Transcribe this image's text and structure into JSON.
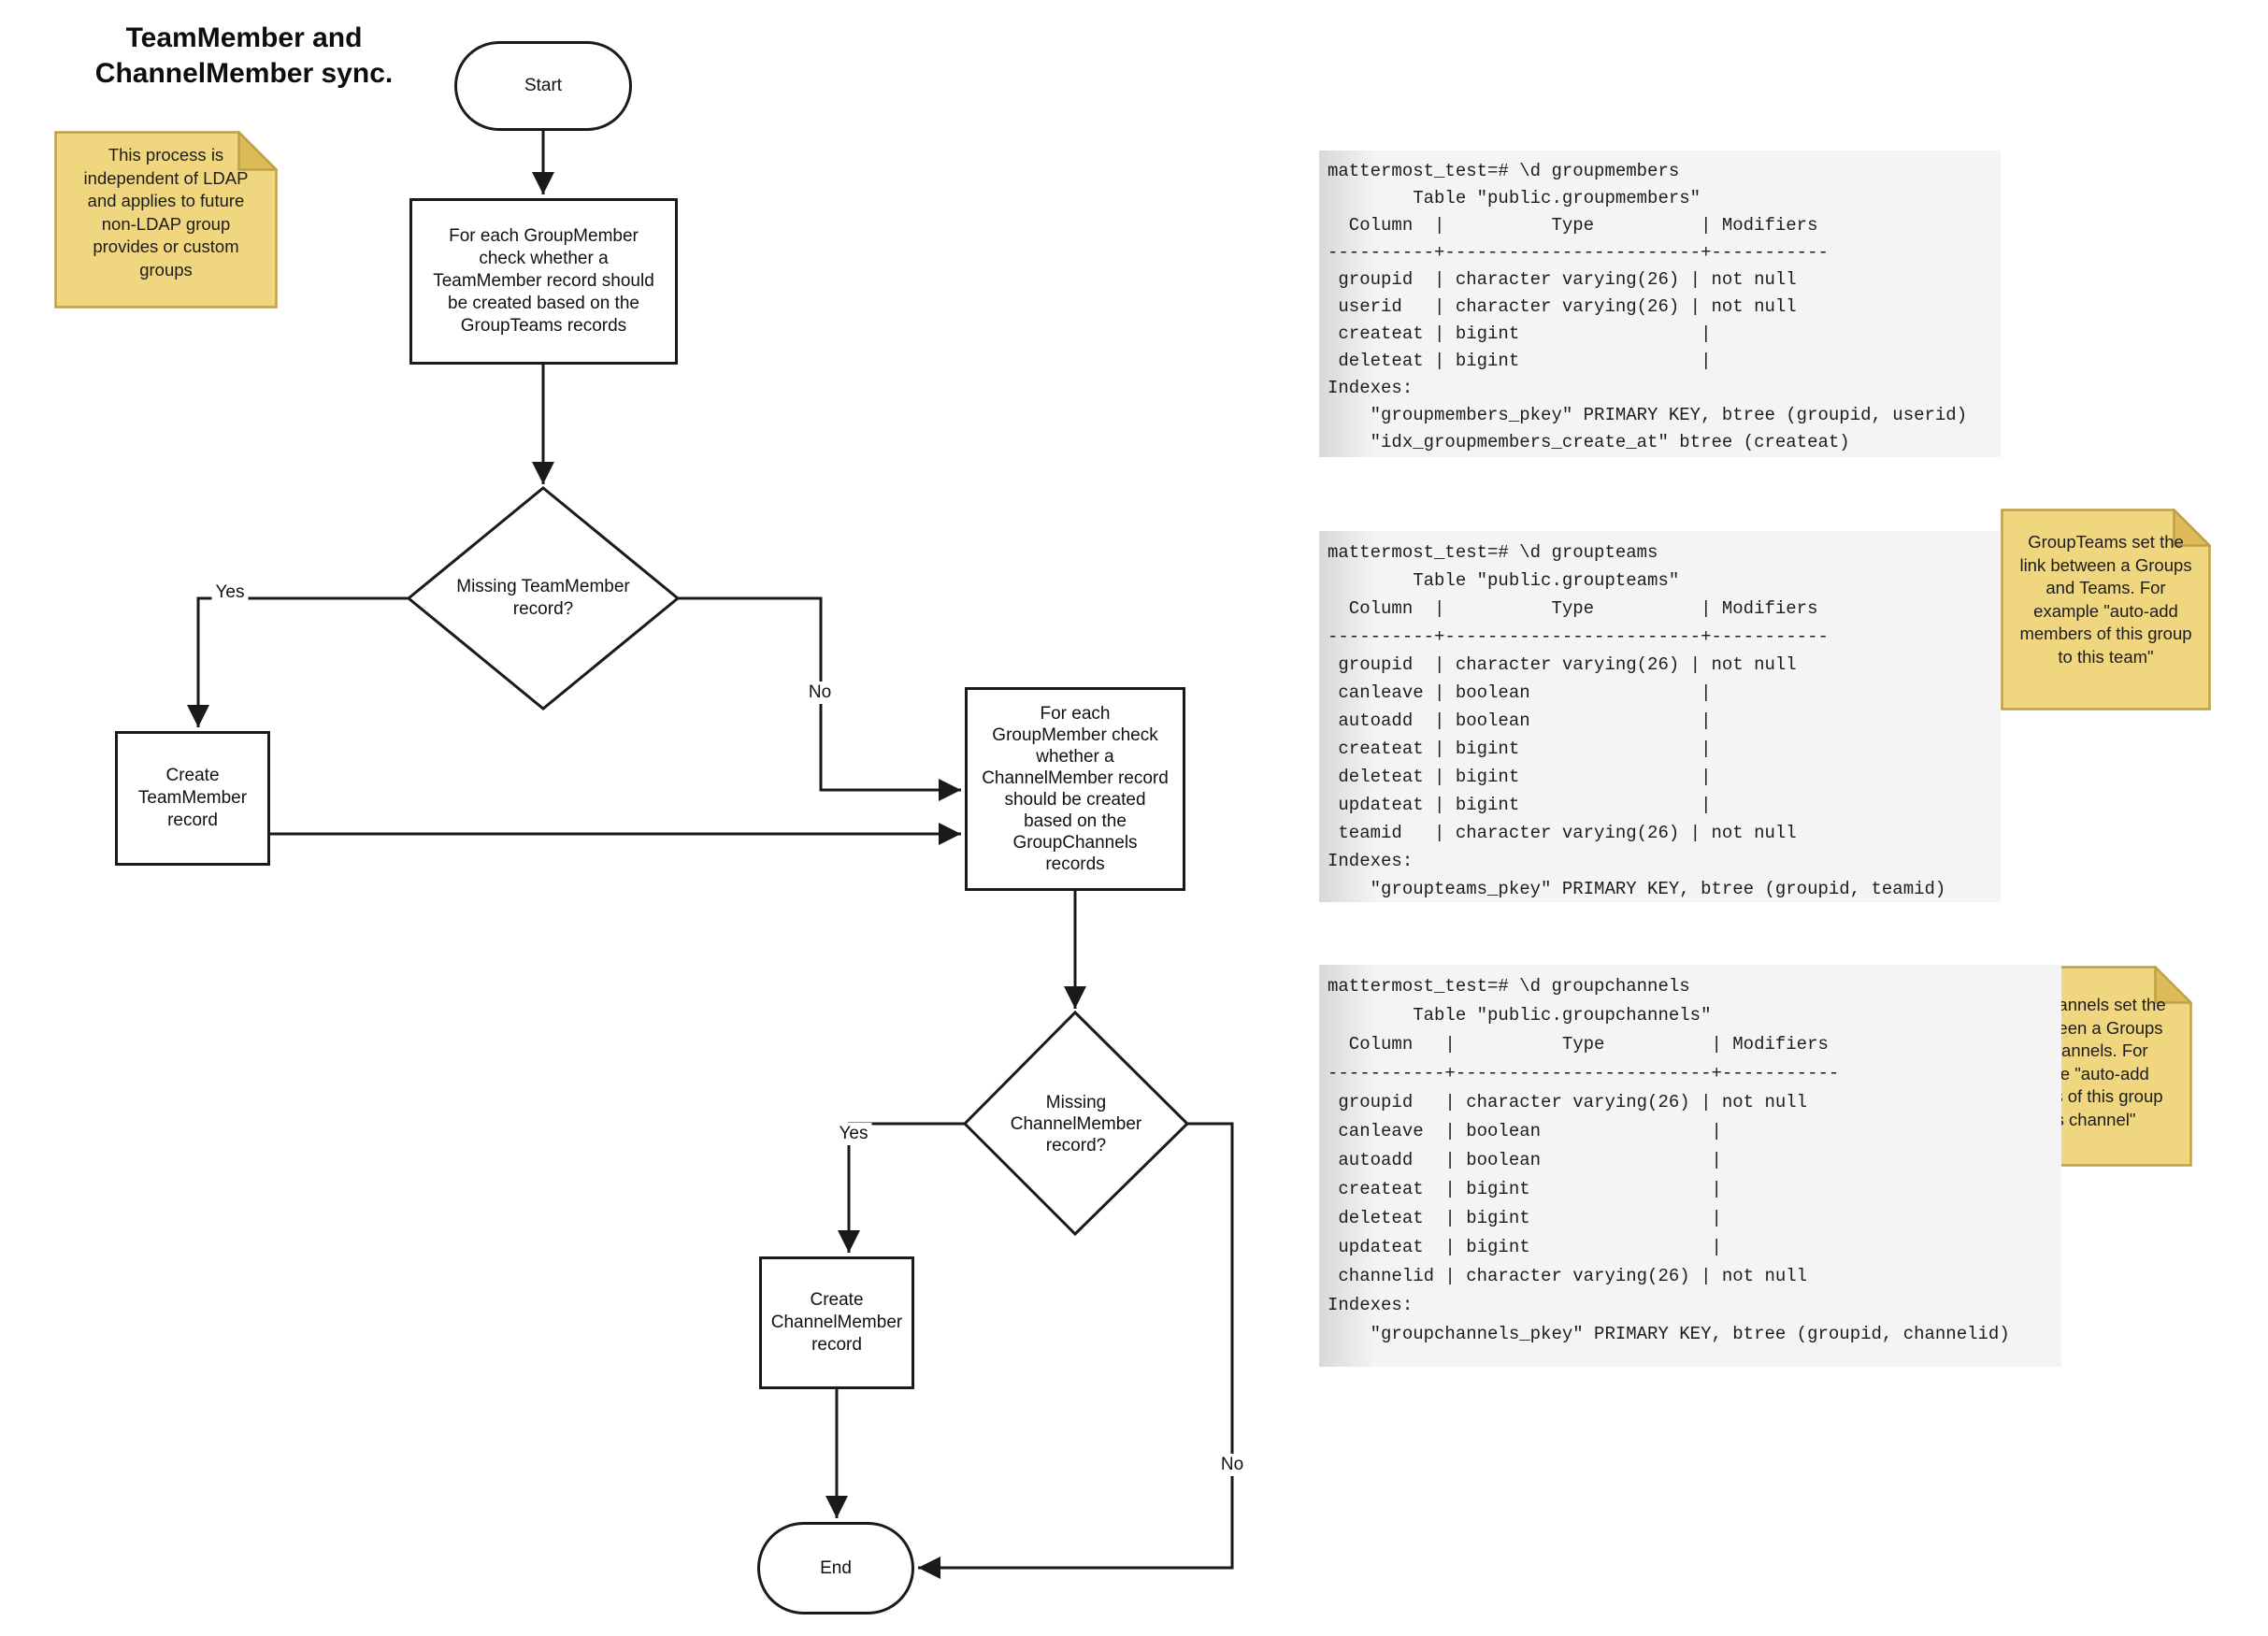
{
  "title": "TeamMember and\nChannelMember sync.",
  "colors": {
    "note_fill": "#f0d67e",
    "note_fold": "#ddbb58",
    "note_border": "#c09f45",
    "line": "#1a1a1a",
    "terminal_bg": "#f4f4f4"
  },
  "notes": {
    "ldap": "This process is\nindependent of LDAP\nand applies to future\nnon-LDAP group\nprovides or custom\ngroups",
    "groupteams": "GroupTeams set the\nlink between a Groups\nand Teams. For\nexample \"auto-add\nmembers of this group\nto this team\"",
    "groupchannels": "GroupChannels set the\nlink between a Groups\nand Channels. For\nexample \"auto-add\nmembers of this group\nto this channel\""
  },
  "flowchart": {
    "start": "Start",
    "check_teammember": "For each GroupMember\ncheck whether a\nTeamMember record should\nbe created based on the\nGroupTeams records",
    "missing_teammember": "Missing TeamMember\nrecord?",
    "create_teammember": "Create\nTeamMember\nrecord",
    "check_channelmember": "For each\nGroupMember check\nwhether a\nChannelMember record\nshould be created\nbased on the\nGroupChannels\nrecords",
    "missing_channelmember": "Missing\nChannelMember\nrecord?",
    "create_channelmember": "Create\nChannelMember\nrecord",
    "end": "End",
    "labels": {
      "yes1": "Yes",
      "no1": "No",
      "yes2": "Yes",
      "no2": "No"
    }
  },
  "terminals": {
    "groupmembers": "mattermost_test=# \\d groupmembers\n        Table \"public.groupmembers\"\n  Column  |          Type          | Modifiers\n----------+------------------------+-----------\n groupid  | character varying(26) | not null\n userid   | character varying(26) | not null\n createat | bigint                 |\n deleteat | bigint                 |\nIndexes:\n    \"groupmembers_pkey\" PRIMARY KEY, btree (groupid, userid)\n    \"idx_groupmembers_create_at\" btree (createat)",
    "groupteams": "mattermost_test=# \\d groupteams\n        Table \"public.groupteams\"\n  Column  |          Type          | Modifiers\n----------+------------------------+-----------\n groupid  | character varying(26) | not null\n canleave | boolean                |\n autoadd  | boolean                |\n createat | bigint                 |\n deleteat | bigint                 |\n updateat | bigint                 |\n teamid   | character varying(26) | not null\nIndexes:\n    \"groupteams_pkey\" PRIMARY KEY, btree (groupid, teamid)",
    "groupchannels": "mattermost_test=# \\d groupchannels\n        Table \"public.groupchannels\"\n  Column   |          Type          | Modifiers\n-----------+------------------------+-----------\n groupid   | character varying(26) | not null\n canleave  | boolean                |\n autoadd   | boolean                |\n createat  | bigint                 |\n deleteat  | bigint                 |\n updateat  | bigint                 |\n channelid | character varying(26) | not null\nIndexes:\n    \"groupchannels_pkey\" PRIMARY KEY, btree (groupid, channelid)"
  }
}
